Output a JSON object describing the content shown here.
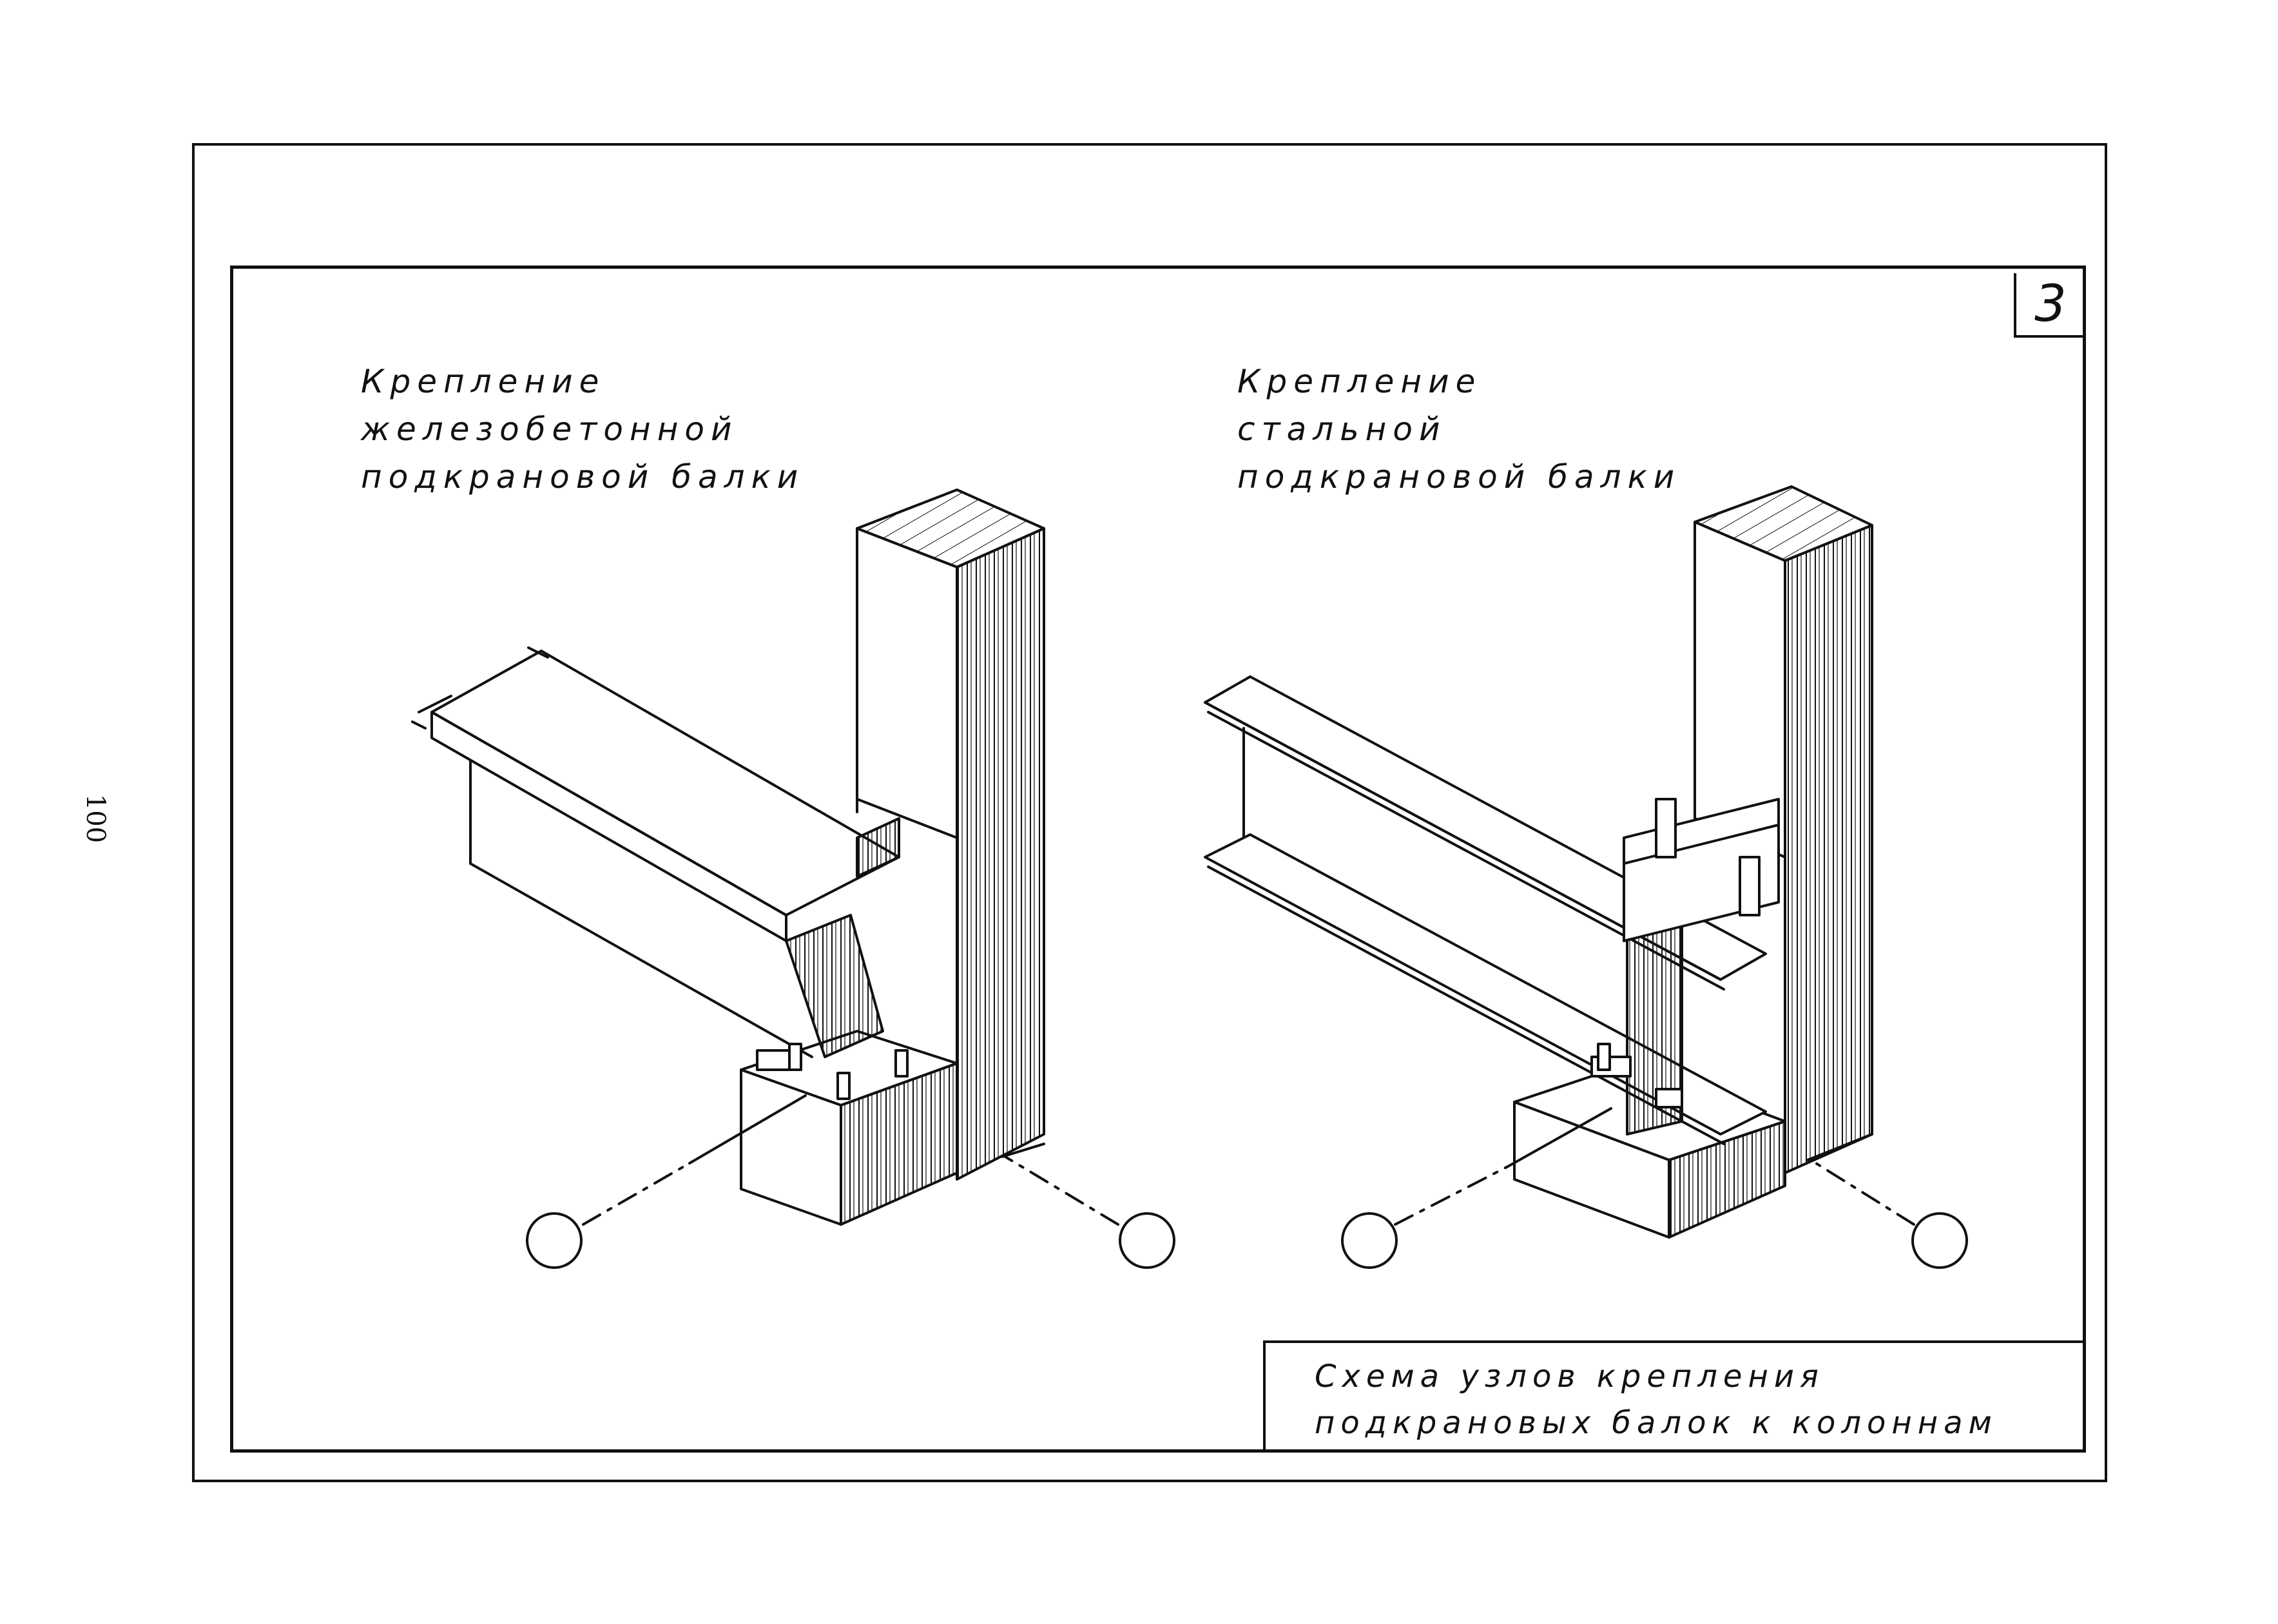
{
  "page": {
    "page_number": "100",
    "sheet_number": "3"
  },
  "left_detail": {
    "title_lines": [
      "Крепление",
      "железобетонной",
      "подкрановой балки"
    ]
  },
  "right_detail": {
    "title_lines": [
      "Крепление",
      "стальной",
      "подкрановой балки"
    ]
  },
  "caption": {
    "lines": [
      "Схема узлов крепления",
      "подкрановых балок к колоннам"
    ]
  }
}
